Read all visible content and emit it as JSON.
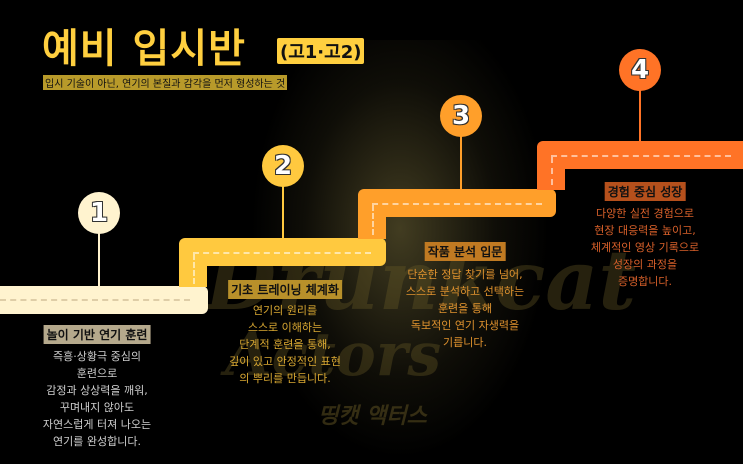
{
  "header": {
    "title": "예비 입시반",
    "grade": "(고1·고2)",
    "subtitle": "입시 기술이 아닌, 연기의 본질과 감각을 먼저 형성하는 것"
  },
  "watermark": {
    "line1": "Drunkcat",
    "line2": "Actors",
    "korean": "띵캣 액터스"
  },
  "colors": {
    "step1": "#fff3cf",
    "step2": "#ffc93f",
    "step3": "#ff9f2a",
    "step4": "#ff7326"
  },
  "steps": [
    {
      "number": "1",
      "title": "놀이 기반 연기 훈련",
      "lines": [
        "즉흥·상황극 중심의",
        "훈련으로",
        "감정과 상상력을 깨워,",
        "꾸며내지 않아도",
        "자연스럽게 터져 나오는",
        "연기를 완성합니다."
      ]
    },
    {
      "number": "2",
      "title": "기초 트레이닝 체계화",
      "lines": [
        "연기의 원리를",
        "스스로 이해하는",
        "단계적 훈련을 통해,",
        "깊이 있고 안정적인 표현",
        "의 뿌리를 만듭니다."
      ]
    },
    {
      "number": "3",
      "title": "작품 분석 입문",
      "lines": [
        "단순한 정답 찾기를 넘어,",
        "스스로 분석하고 선택하는",
        "훈련을 통해",
        "독보적인 연기 자생력을",
        "기릅니다."
      ]
    },
    {
      "number": "4",
      "title": "경험 중심 성장",
      "lines": [
        "다양한 실전 경험으로",
        "현장 대응력을 높이고,",
        "체계적인 영상 기록으로",
        "성장의 과정을",
        "증명합니다."
      ]
    }
  ]
}
